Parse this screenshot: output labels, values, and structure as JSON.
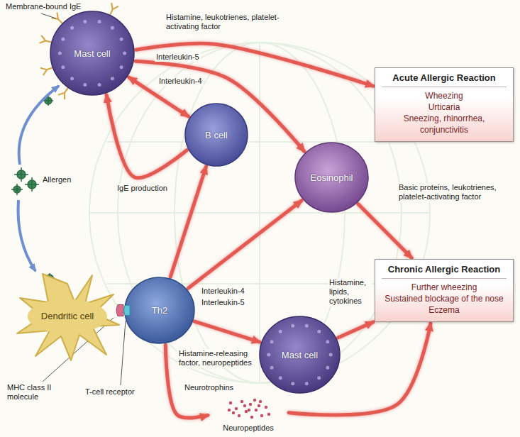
{
  "diagram": {
    "nodes": [
      {
        "text": [
          "Mast cell"
        ]
      },
      {
        "text": [
          "B cell"
        ]
      },
      {
        "text": [
          "Eosinophil"
        ]
      },
      {
        "text": [
          "Acute Allergic Reaction",
          "Wheezing",
          "Urticaria",
          "Sneezing, rhinorrhea, conjunctivitis"
        ]
      },
      {
        "text": [
          "Dendritic cell"
        ]
      },
      {
        "text": [
          "Th2"
        ]
      },
      {
        "text": [
          "Mast cell"
        ]
      },
      {
        "text": [
          "Neuropeptides"
        ]
      },
      {
        "text": [
          "Chronic Allergic Reaction",
          "Further wheezing",
          "Sustained blockage of the nose",
          "Eczema"
        ]
      }
    ],
    "edges": [
      {
        "from": 0,
        "to": 3,
        "label": "Histamine, leukotrienes, platelet-activating factor",
        "arrow": "to"
      },
      {
        "from": 0,
        "to": 2,
        "label": "Interleukin-5",
        "arrow": "to"
      },
      {
        "from": 0,
        "to": 1,
        "label": "Interleukin-4",
        "arrow": "both"
      },
      {
        "from": 1,
        "to": 0,
        "label": "IgE production",
        "arrow": "to"
      },
      {
        "from": 5,
        "to": 1,
        "label": "Interleukin-4",
        "arrow": "to"
      },
      {
        "from": 5,
        "to": 2,
        "label": "Interleukin-5",
        "arrow": "to"
      },
      {
        "from": 5,
        "to": 6,
        "label": "Histamine-releasing factor, neuropeptides",
        "arrow": "to"
      },
      {
        "from": 5,
        "to": 7,
        "label": "Neurotrophins",
        "arrow": "to"
      },
      {
        "from": 6,
        "to": 8,
        "label": "Histamine, lipids, cytokines",
        "arrow": "to"
      },
      {
        "from": 7,
        "to": 8,
        "arrow": "to"
      },
      {
        "from": 2,
        "to": 8,
        "label": "Basic proteins, leukotrienes, platelet-activating factor",
        "arrow": "to"
      }
    ],
    "labels": [
      "Membrane-bound IgE",
      "Allergen",
      "MHC class II molecule",
      "T-cell receptor"
    ]
  }
}
